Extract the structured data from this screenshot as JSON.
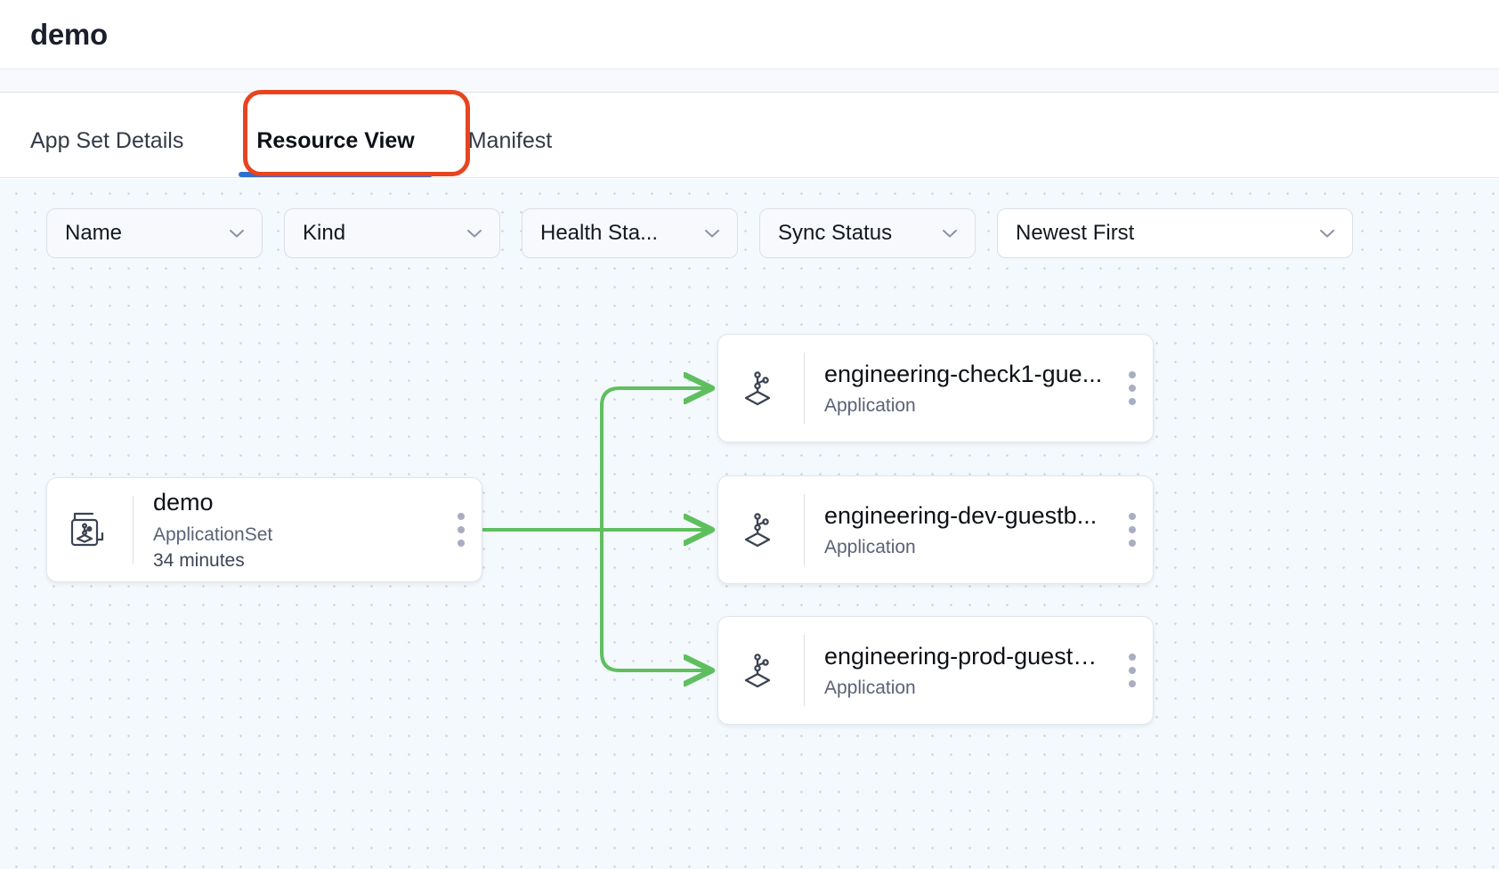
{
  "header": {
    "title": "demo"
  },
  "tabs": [
    {
      "label": "App Set Details",
      "active": false
    },
    {
      "label": "Resource View",
      "active": true
    },
    {
      "label": "Manifest",
      "active": false
    }
  ],
  "filters": [
    {
      "label": "Name",
      "icon": "chevron-down-icon"
    },
    {
      "label": "Kind",
      "icon": "chevron-down-icon"
    },
    {
      "label": "Health Sta...",
      "icon": "chevron-down-icon"
    },
    {
      "label": "Sync Status",
      "icon": "chevron-down-icon"
    },
    {
      "label": "Newest First",
      "icon": "chevron-down-icon"
    }
  ],
  "graph": {
    "source": {
      "name": "demo",
      "kind": "ApplicationSet",
      "age": "34 minutes",
      "icon": "applicationset-icon",
      "menu_icon": "kebab-menu-icon"
    },
    "targets": [
      {
        "name": "engineering-check1-gue...",
        "kind": "Application",
        "icon": "application-icon",
        "menu_icon": "kebab-menu-icon"
      },
      {
        "name": "engineering-dev-guestb...",
        "kind": "Application",
        "icon": "application-icon",
        "menu_icon": "kebab-menu-icon"
      },
      {
        "name": "engineering-prod-guestb...",
        "kind": "Application",
        "icon": "application-icon",
        "menu_icon": "kebab-menu-icon"
      }
    ]
  },
  "colors": {
    "edge_green": "#5fbf5f",
    "active_tab_underline": "#2f6fd0",
    "annotation_ring": "#e8441f",
    "canvas_background": "#f3f9fc",
    "canvas_dots": "#d2d7e2"
  },
  "annotation": {
    "highlighted_tab": "Resource View"
  }
}
